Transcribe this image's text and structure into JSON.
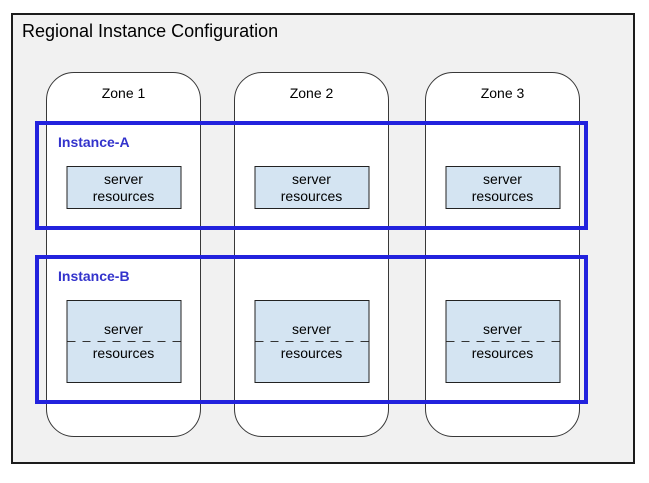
{
  "diagram": {
    "title": "Regional Instance Configuration"
  },
  "zones": [
    {
      "label": "Zone 1"
    },
    {
      "label": "Zone 2"
    },
    {
      "label": "Zone 3"
    }
  ],
  "instances": [
    {
      "label": "Instance-A"
    },
    {
      "label": "Instance-B"
    }
  ],
  "server_box": {
    "line1": "server",
    "line2": "resources"
  },
  "colors": {
    "region_fill": "#f1f1f1",
    "zone_fill": "#ffffff",
    "instance_border": "#2222dd",
    "instance_label": "#3333cc",
    "server_fill": "#d4e4f2"
  }
}
